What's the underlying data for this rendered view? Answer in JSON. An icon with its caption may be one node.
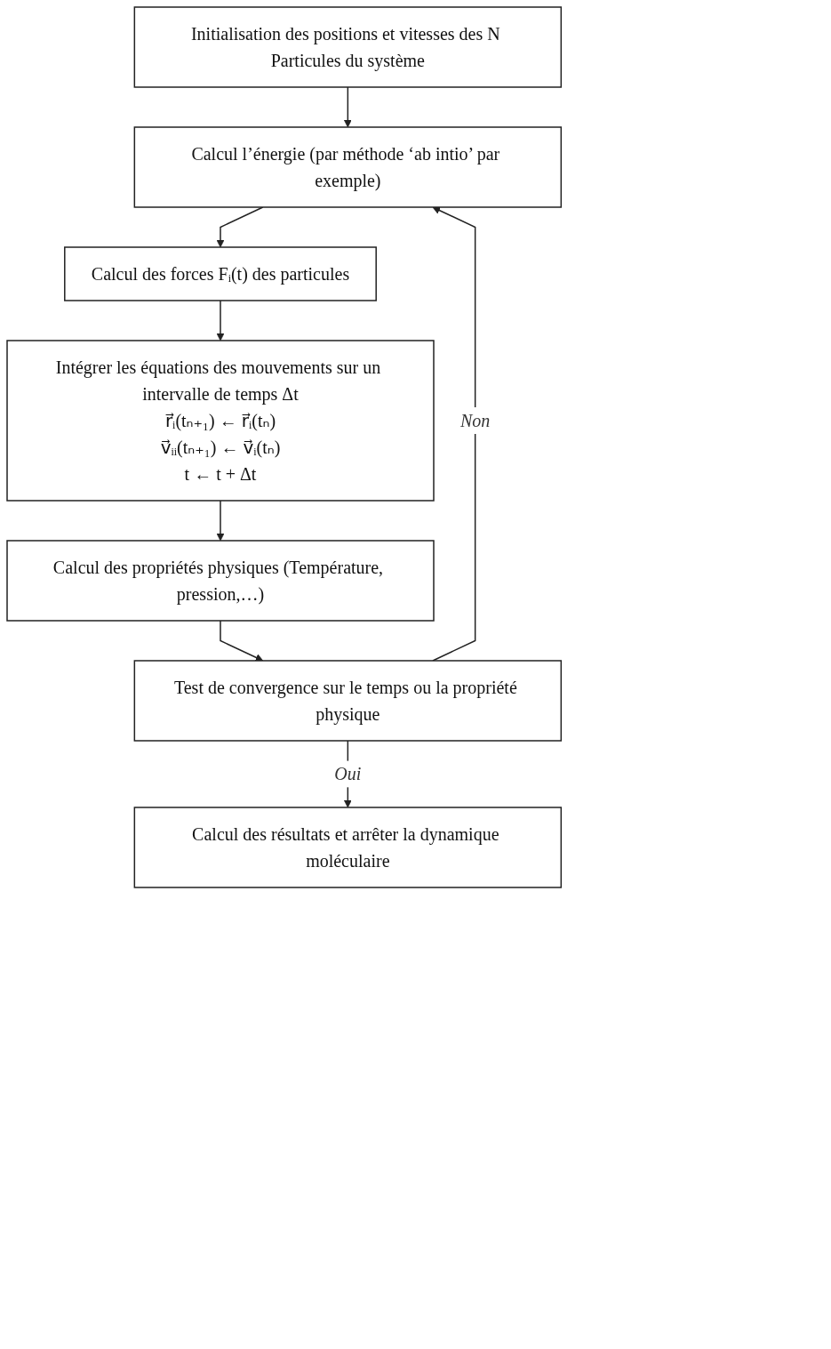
{
  "diagram": {
    "nodes": [
      {
        "text": [
          "Initialisation des positions et vitesses des N Particules du système"
        ]
      },
      {
        "text": [
          "Calcul l’énergie (par méthode ‘ab intio’ par exemple)"
        ]
      },
      {
        "text": [
          "Calcul des forces Fᵢ(t) des particules"
        ]
      },
      {
        "text": [
          "Intégrer les équations des mouvements sur un intervalle de temps Δt",
          "r⃗ᵢ(tₙ₊₁) ← r⃗ᵢ(tₙ)",
          "v⃗ᵢᵢ(tₙ₊₁) ← v⃗ᵢ(tₙ)",
          "t ← t + Δt"
        ]
      },
      {
        "text": [
          "Calcul des propriétés physiques (Température, pression,…)"
        ]
      },
      {
        "text": [
          "Test de convergence sur le temps ou la propriété physique"
        ]
      },
      {
        "text": [
          "Calcul des résultats et arrêter la dynamique moléculaire"
        ]
      }
    ],
    "edges": [
      {
        "from": 0,
        "to": 1,
        "arrow": "to"
      },
      {
        "from": 1,
        "to": 2,
        "arrow": "to"
      },
      {
        "from": 2,
        "to": 3,
        "arrow": "to"
      },
      {
        "from": 3,
        "to": 4,
        "arrow": "to"
      },
      {
        "from": 4,
        "to": 5,
        "arrow": "to"
      },
      {
        "from": 5,
        "to": 1,
        "arrow": "to",
        "label": "Non"
      },
      {
        "from": 5,
        "to": 6,
        "arrow": "to",
        "label": "Oui"
      }
    ]
  }
}
